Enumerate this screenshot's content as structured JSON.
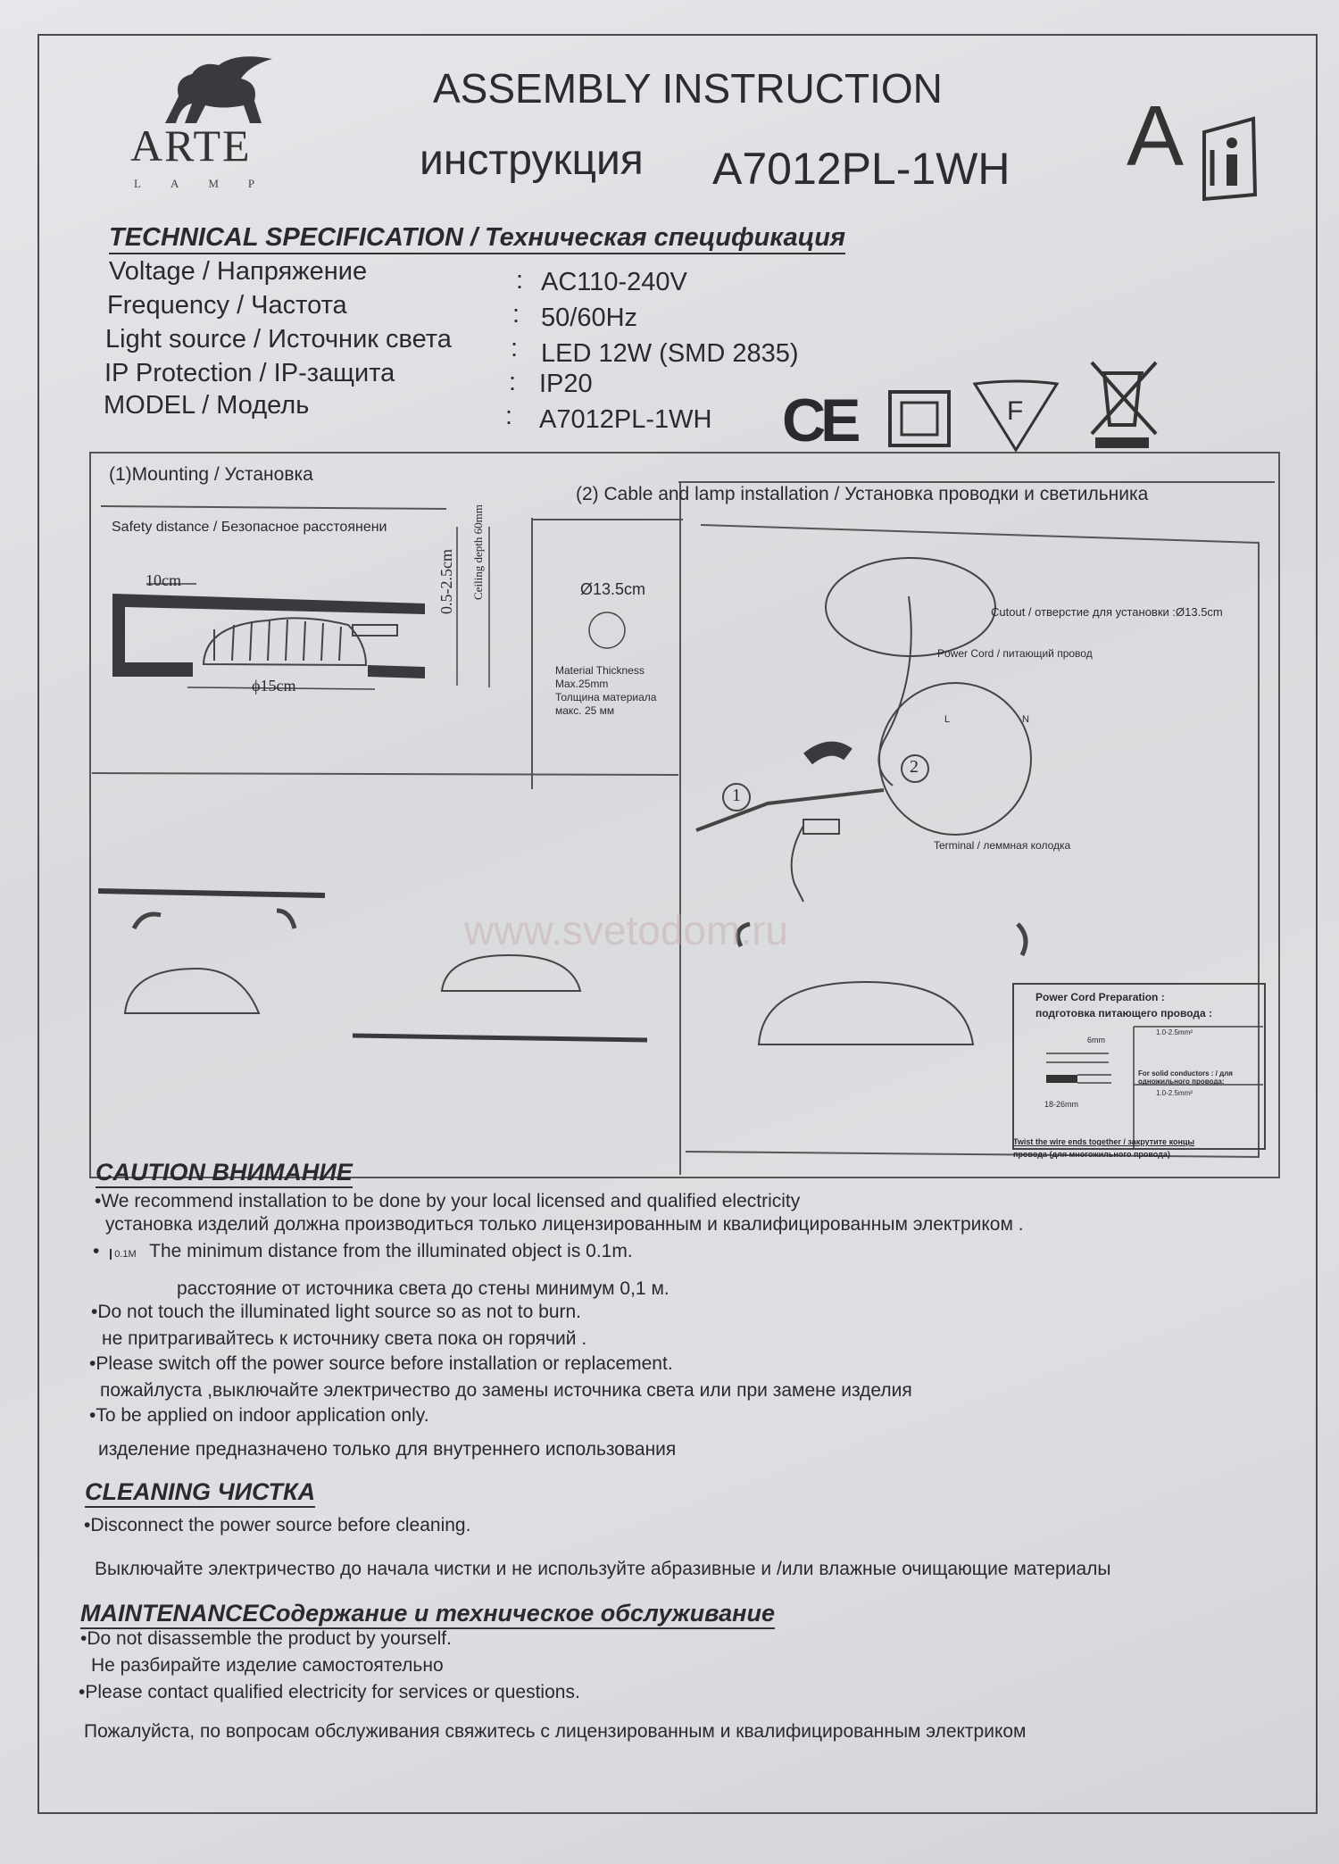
{
  "header": {
    "brand": "ARTE",
    "brand_sub": "LAMP",
    "title_en": "ASSEMBLY INSTRUCTION",
    "title_ru": "инструкция",
    "model_code": "A7012PL-1WH",
    "manual_icon_letter": "A",
    "manual_icon": "read-instructions-icon"
  },
  "spec": {
    "heading": "TECHNICAL SPECIFICATION / Техническая спецификация",
    "rows": [
      {
        "label": "Voltage / Напряжение",
        "value": "AC110-240V"
      },
      {
        "label": "Frequency / Частота",
        "value": "50/60Hz"
      },
      {
        "label": "Light source / Источник света",
        "value": "LED 12W (SMD 2835)"
      },
      {
        "label": "IP Protection / IP-защита",
        "value": "IP20"
      },
      {
        "label": "MODEL / Модель",
        "value": "A7012PL-1WH"
      }
    ],
    "separator": ":",
    "cert_marks": {
      "ce": "CE",
      "f": "F",
      "icons": [
        "ce-mark-icon",
        "class-ii-icon",
        "f-mark-icon",
        "weee-bin-icon"
      ]
    }
  },
  "diagrams": {
    "mounting_title": "(1)Mounting / Установка",
    "safety_distance": "Safety distance / Безопасное расстоянени",
    "dim_10cm": "10cm",
    "dim_15cm": "ϕ15cm",
    "dim_gap": "0.5-2.5cm",
    "dim_ceiling": "Ceiling depth 60mm",
    "cable_title": "(2) Cable and lamp installation / Установка проводки и светильника",
    "cutout_dia": "Ø13.5cm",
    "material_1": "Material Thickness",
    "material_2": "Max.25mm",
    "material_3": "Толщина материала",
    "material_4": "макс. 25 мм",
    "cutout_label": "Cutout / отверстие для установки :Ø13.5cm",
    "power_cord_label": "Power Cord / питающий провод",
    "terminal_label": "Terminal / леммная колодка",
    "step1": "1",
    "step2": "2",
    "terminal_marks": [
      "L",
      "N"
    ],
    "prep_title_en": "Power Cord Preparation :",
    "prep_title_ru": "подготовка питающего провода :",
    "prep_6mm": "6mm",
    "prep_strip": "18-26mm",
    "prep_cs1": "1.0-2.5mm²",
    "prep_cs2": "1.0-2.5mm²",
    "prep_solid": "For solid conductors : / для",
    "prep_solid_ru": "одножильного провода:",
    "prep_twist": "Twist the wire ends together / закрутите концы",
    "prep_twist_ru": "провода (для многожильного провода)",
    "watermark": "www.svetodom.ru"
  },
  "caution": {
    "heading": "CAUTION ВНИМАНИЕ",
    "distance_icon_label": "0.1M",
    "items": [
      {
        "en": "We recommend installation to be done by your local licensed and qualified electricity",
        "ru": "установка изделий должна производиться только  лицензированным и квалифицированным электриком  ."
      },
      {
        "en": "The minimum distance from the illuminated object is 0.1m.",
        "ru": "расстояние от источника света до стены минимум  0,1 м."
      },
      {
        "en": "Do not touch the illuminated light source so as not to burn.",
        "ru": "не притрагивайтесь к источнику света пока он горячий ."
      },
      {
        "en": "Please switch off the power source before installation or replacement.",
        "ru": "пожайлуста ,выключайте электричество до замены источника света или при замене изделия"
      },
      {
        "en": "To be applied on indoor application only.",
        "ru": "изделение предназначено только для внутреннего использования"
      }
    ]
  },
  "cleaning": {
    "heading": "CLEANING ЧИСТКА",
    "items": [
      {
        "en": "Disconnect the power source before cleaning.",
        "ru": "Выключайте электричество до начала чистки и не используйте абразивные и  /или влажные очищающие материалы"
      }
    ]
  },
  "maintenance": {
    "heading": "MAINTENANCEСодержание и техническое обслуживание",
    "items": [
      {
        "en": "Do not disassemble the product by yourself.",
        "ru": "Не разбирайте изделие самостоятельно"
      },
      {
        "en": "Please contact qualified electricity for services or questions.",
        "ru": "Пожалуйста, по вопросам обслуживания свяжитесь с лицензированным и квалифицированным электриком"
      }
    ]
  }
}
